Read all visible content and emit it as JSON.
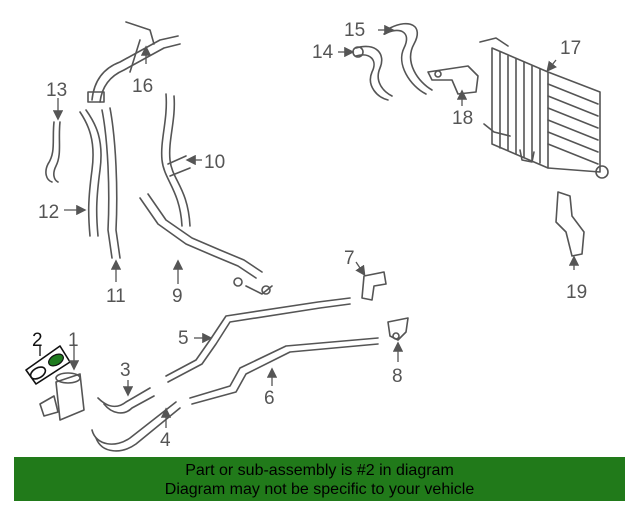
{
  "callouts": {
    "c1": "1",
    "c2": "2",
    "c3": "3",
    "c4": "4",
    "c5": "5",
    "c6": "6",
    "c7": "7",
    "c8": "8",
    "c9": "9",
    "c10": "10",
    "c11": "11",
    "c12": "12",
    "c13": "13",
    "c14": "14",
    "c15": "15",
    "c16": "16",
    "c17": "17",
    "c18": "18",
    "c19": "19"
  },
  "highlighted_part": "2",
  "colors": {
    "banner": "#217a1a",
    "highlight": "#1e7a1e",
    "line": "#555555"
  },
  "banner": {
    "line1": "Part or sub-assembly is #2 in diagram",
    "line2": "Diagram may not be specific to your vehicle"
  }
}
